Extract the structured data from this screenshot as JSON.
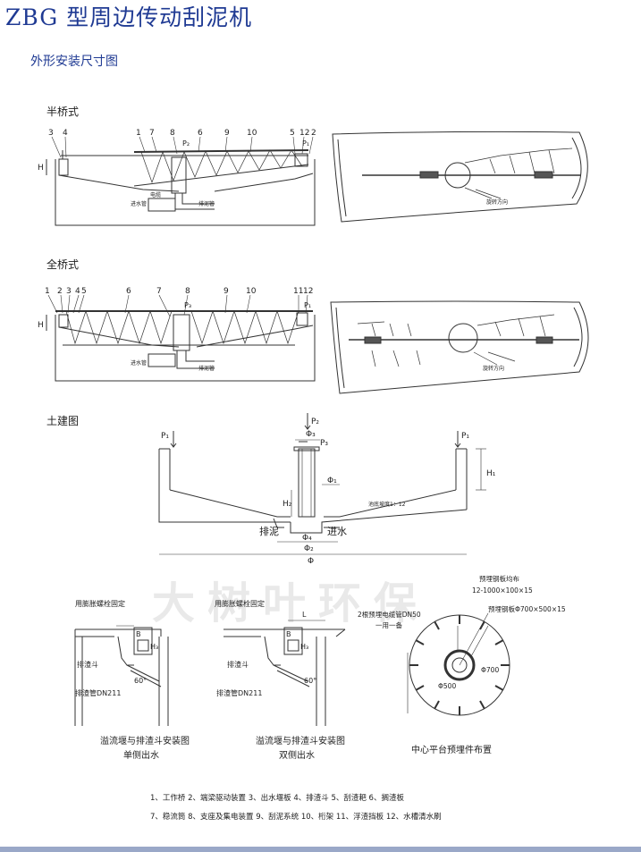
{
  "header": {
    "title": "ZBG 型周边传动刮泥机",
    "subtitle": "外形安装尺寸图"
  },
  "sections": {
    "half_bridge": "半桥式",
    "full_bridge": "全桥式",
    "civil": "土建图"
  },
  "half_bridge_callouts": [
    "3",
    "4",
    "1",
    "7",
    "8",
    "6",
    "9",
    "10",
    "5",
    "12",
    "2"
  ],
  "full_bridge_callouts": [
    "1",
    "2",
    "3",
    "4",
    "5",
    "6",
    "7",
    "8",
    "9",
    "10",
    "11",
    "12"
  ],
  "drawing_labels": {
    "h": "H",
    "p1": "P₁",
    "p2": "P₂",
    "p3": "P₃",
    "rotation": "旋转方向",
    "inlet_pipe": "进水管",
    "outlet_pipe": "排泥管",
    "power": "电缆"
  },
  "civil_labels": {
    "phi": "Φ",
    "phi1": "Φ₁",
    "phi2": "Φ₂",
    "phi3": "Φ₃",
    "phi4": "Φ₄",
    "h1": "H₁",
    "h2": "H₂",
    "slope": "池底坡度1：12",
    "sludge": "排泥",
    "inlet": "进水"
  },
  "detail_left": {
    "fix_note": "用膨胀螺栓固定",
    "b": "B",
    "h3": "H₃",
    "hopper": "排渣斗",
    "pipe": "排渣管DN211",
    "angle": "60°",
    "caption": "溢流堰与排渣斗安装图",
    "sub_caption": "单侧出水"
  },
  "detail_mid": {
    "fix_note": "用膨胀螺栓固定",
    "l": "L",
    "b": "B",
    "h3": "H₃",
    "hopper": "排渣斗",
    "pipe": "排渣管DN211",
    "angle": "60°",
    "caption": "溢流堰与排渣斗安装图",
    "sub_caption": "双侧出水"
  },
  "detail_right": {
    "plate_note_1": "预埋钢板均布",
    "plate_note_2": "12-1000×100×15",
    "conduit_note_1": "2根预埋电缆管DN50",
    "conduit_note_2": "一用一备",
    "plate_center": "预埋钢板Φ700×500×15",
    "d500": "Φ500",
    "d700": "Φ700",
    "caption": "中心平台预埋件布置"
  },
  "legend": {
    "line1": "1、工作桥 2、端梁驱动装置 3、出水堰板 4、排渣斗 5、刮渣耙 6、搁渣板",
    "line2": "7、稳流筒 8、支座及集电装置 9、刮泥系统 10、桁架 11、浮渣挡板 12、水槽清水刷"
  },
  "watermark": "大树叶环保",
  "colors": {
    "title": "#1f3a93",
    "line": "#333333",
    "rule": "#9aa8c8"
  }
}
